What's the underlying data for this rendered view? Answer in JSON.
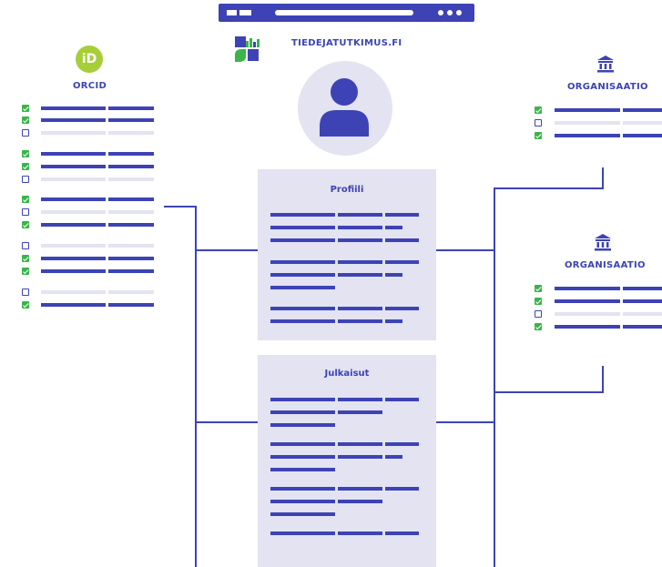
{
  "site": {
    "name": "TIEDEJATUTKIMUS.FI"
  },
  "orcid": {
    "title": "ORCID",
    "logo_text": "iD"
  },
  "organisations": [
    {
      "title": "ORGANISAATIO"
    },
    {
      "title": "ORGANISAATIO"
    }
  ],
  "cards": {
    "profile": {
      "title": "Profiili"
    },
    "publications": {
      "title": "Julkaisut"
    }
  },
  "colors": {
    "primary": "#3d43b5",
    "light": "#e3e3f1",
    "check_green": "#39b54a",
    "orcid_green": "#a6ce39"
  },
  "orcid_checkboxes": [
    true,
    true,
    false,
    true,
    true,
    false,
    true,
    false,
    true,
    false,
    true,
    true,
    false,
    true
  ],
  "org1_checkboxes": [
    true,
    false,
    true
  ],
  "org2_checkboxes": [
    true,
    true,
    false,
    true
  ]
}
